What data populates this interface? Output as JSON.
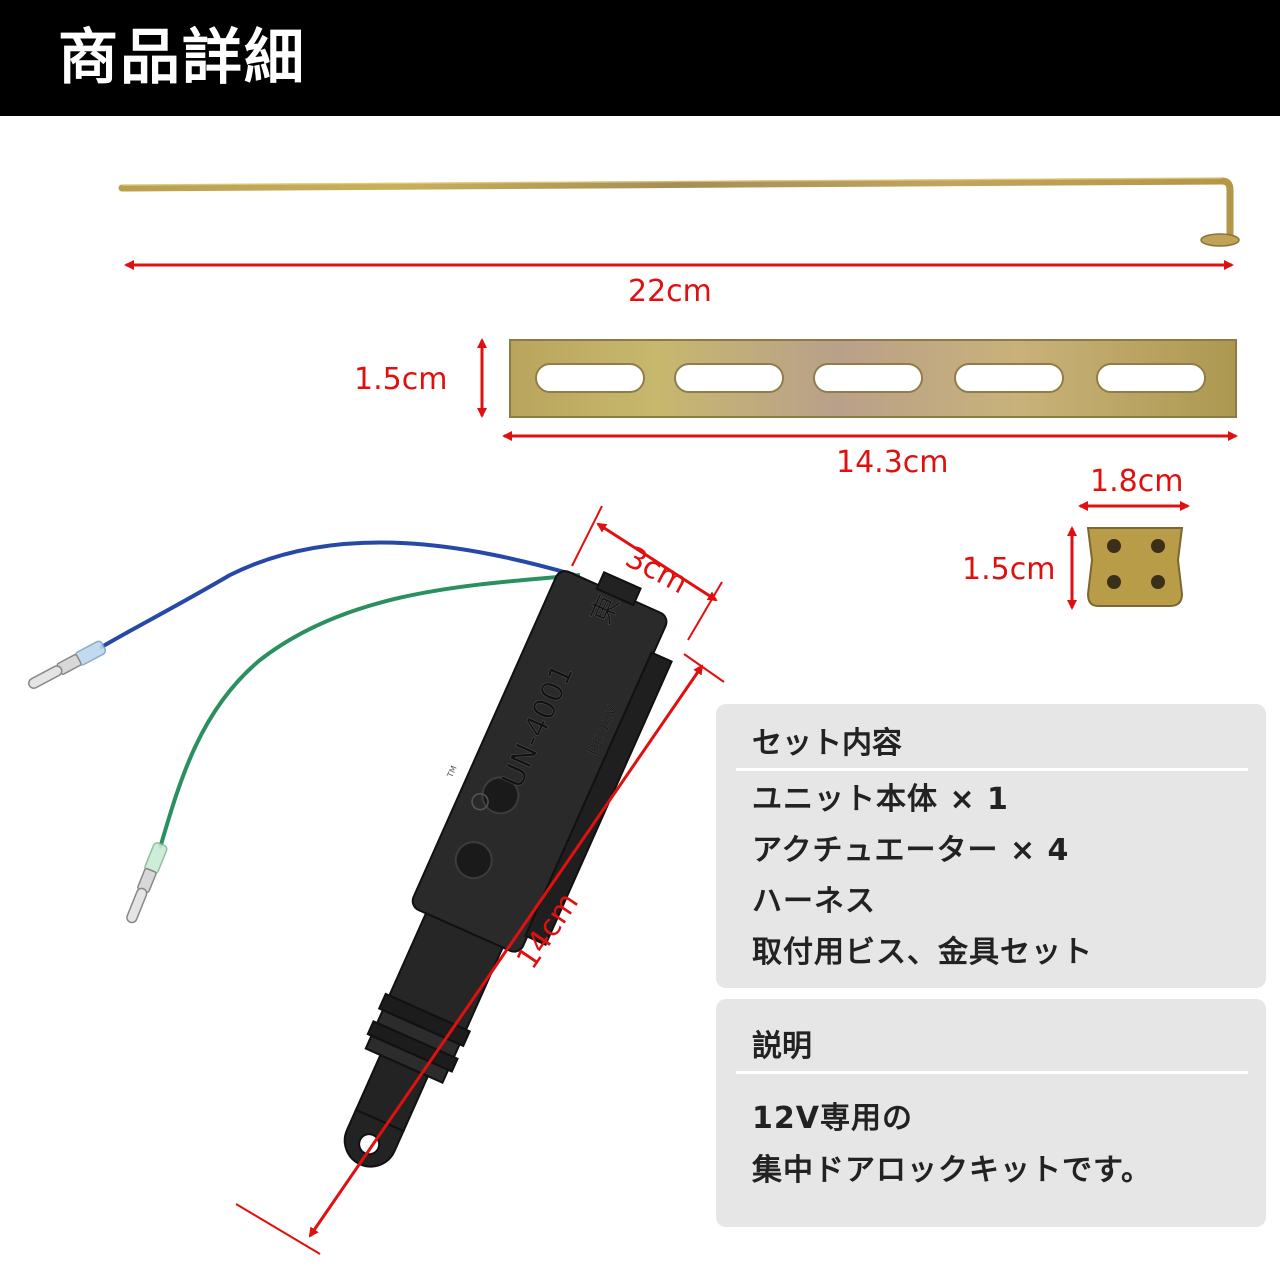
{
  "header": {
    "title": "商品詳細",
    "background": "#000000"
  },
  "dimensions": {
    "rod_length": "22cm",
    "plate_height": "1.5cm",
    "plate_length": "14.3cm",
    "clip_width": "1.8cm",
    "clip_height": "1.5cm",
    "actuator_width": "3cm",
    "actuator_length": "14cm",
    "color": "#e01010"
  },
  "actuator": {
    "model": "UN-4001",
    "brand_char": "東",
    "voltage": "DC 12V",
    "tm": "TM"
  },
  "set_contents": {
    "heading": "セット内容",
    "items": [
      "ユニット本体 × 1",
      "アクチュエーター × 4",
      "ハーネス",
      "取付用ビス、金具セット"
    ]
  },
  "description": {
    "heading": "説明",
    "lines": [
      "12V専用の",
      "集中ドアロックキットです。"
    ]
  }
}
